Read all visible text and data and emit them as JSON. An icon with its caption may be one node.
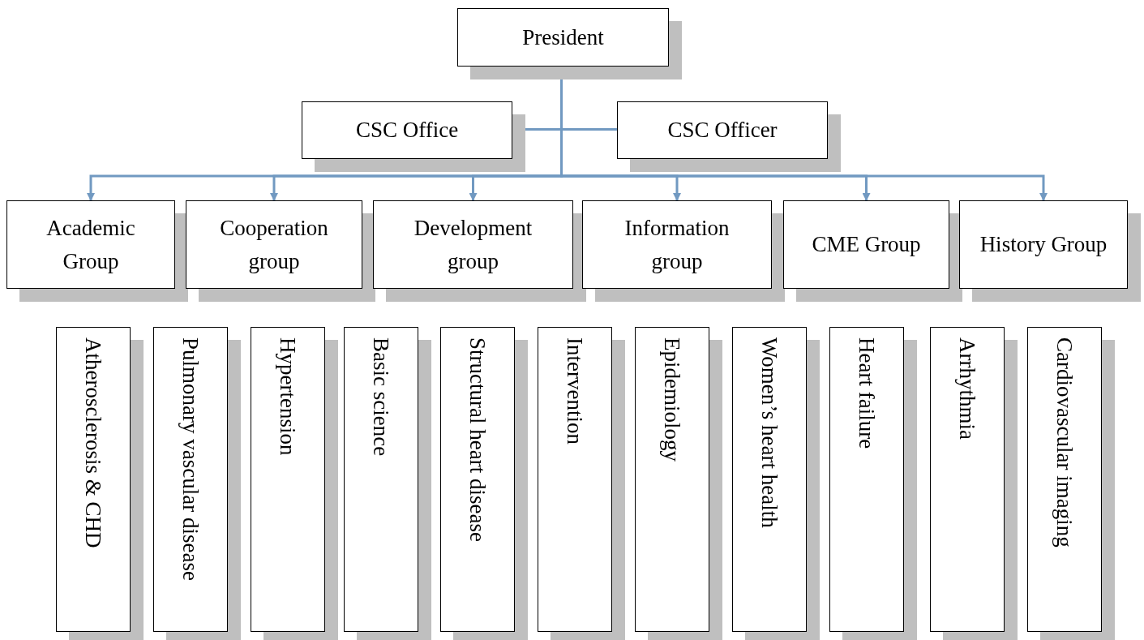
{
  "diagram": {
    "nodes": [
      {
        "text": [
          "President"
        ]
      },
      {
        "text": [
          "CSC Office"
        ]
      },
      {
        "text": [
          "CSC Officer"
        ]
      },
      {
        "text": [
          "Academic Group"
        ]
      },
      {
        "text": [
          "Cooperation group"
        ]
      },
      {
        "text": [
          "Development group"
        ]
      },
      {
        "text": [
          "Information group"
        ]
      },
      {
        "text": [
          "CME Group"
        ]
      },
      {
        "text": [
          "History Group"
        ]
      },
      {
        "text": [
          "Atherosclerosis & CHD"
        ]
      },
      {
        "text": [
          "Pulmonary vascular disease"
        ]
      },
      {
        "text": [
          "Hypertension"
        ]
      },
      {
        "text": [
          "Basic science"
        ]
      },
      {
        "text": [
          "Structural heart disease"
        ]
      },
      {
        "text": [
          "Intervention"
        ]
      },
      {
        "text": [
          "Epidemiology"
        ]
      },
      {
        "text": [
          "Women’s heart health"
        ]
      },
      {
        "text": [
          "Heart failure"
        ]
      },
      {
        "text": [
          "Arrhythmia"
        ]
      },
      {
        "text": [
          "Cardiovascular imaging"
        ]
      }
    ],
    "edges": [
      {
        "from": 0,
        "to": 1,
        "arrow": "none"
      },
      {
        "from": 0,
        "to": 2,
        "arrow": "none"
      },
      {
        "from": 0,
        "to": 3,
        "arrow": "to"
      },
      {
        "from": 0,
        "to": 4,
        "arrow": "to"
      },
      {
        "from": 0,
        "to": 5,
        "arrow": "to"
      },
      {
        "from": 0,
        "to": 6,
        "arrow": "to"
      },
      {
        "from": 0,
        "to": 7,
        "arrow": "to"
      },
      {
        "from": 0,
        "to": 8,
        "arrow": "to"
      }
    ]
  }
}
